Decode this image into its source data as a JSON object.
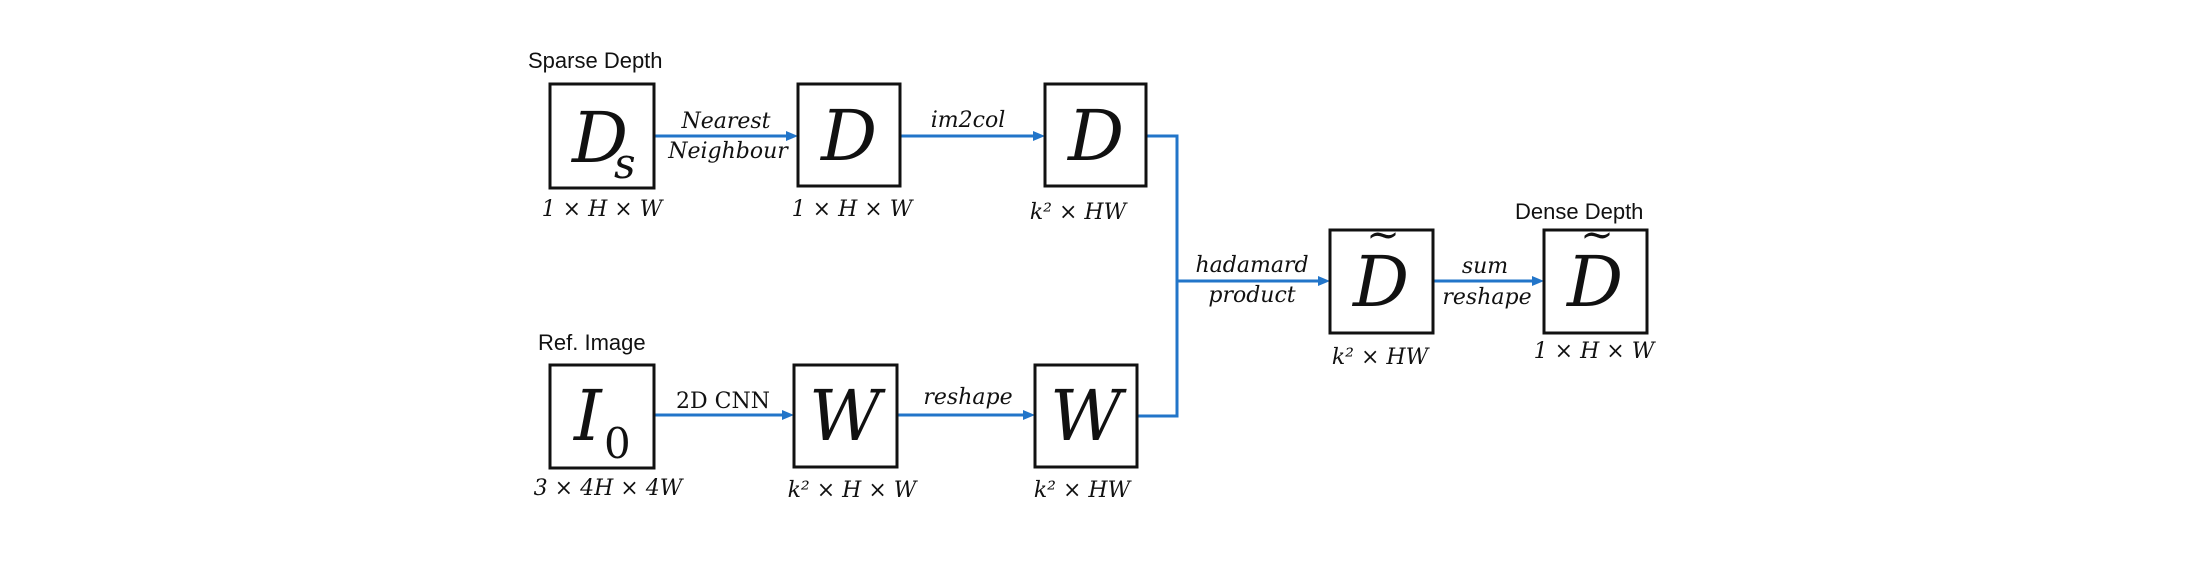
{
  "titles": {
    "sparse_depth": "Sparse Depth",
    "ref_image": "Ref. Image",
    "dense_depth": "Dense Depth"
  },
  "boxes": {
    "ds": {
      "symbol": "D",
      "subscript": "s",
      "dim": "1 × H  × W"
    },
    "d1": {
      "symbol": "D",
      "dim": "1 × H  × W"
    },
    "d2": {
      "symbol": "D",
      "dim": "k² × HW"
    },
    "i0": {
      "symbol": "I",
      "subscript": "0",
      "dim": "3 × 4H  × 4W"
    },
    "w1": {
      "symbol": "W",
      "dim": "k² × H  × W"
    },
    "w2": {
      "symbol": "W",
      "dim": "k² × HW"
    },
    "dt1": {
      "symbol": "D",
      "tilde": "~",
      "dim": "k² × HW"
    },
    "dt2": {
      "symbol": "D",
      "tilde": "~",
      "dim": "1 × H × W"
    }
  },
  "operations": {
    "nearest_line1": "Nearest",
    "nearest_line2": "Neighbour",
    "im2col": "im2col",
    "cnn": "2D CNN",
    "reshape": "reshape",
    "hadamard_line1": "hadamard",
    "hadamard_line2": "product",
    "sum_line1": "sum",
    "sum_line2": "reshape"
  },
  "colors": {
    "arrow": "#2275c9",
    "box_stroke": "#111111"
  }
}
